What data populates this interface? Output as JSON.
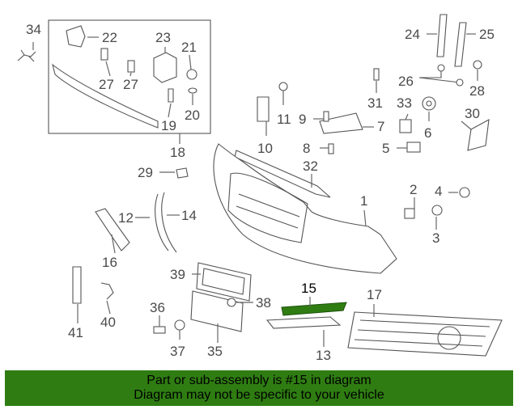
{
  "labels": {
    "p1": "1",
    "p2": "2",
    "p3": "3",
    "p4": "4",
    "p5": "5",
    "p6": "6",
    "p7": "7",
    "p8": "8",
    "p9": "9",
    "p10": "10",
    "p11": "11",
    "p12": "12",
    "p13": "13",
    "p14": "14",
    "p15": "15",
    "p16": "16",
    "p17": "17",
    "p18": "18",
    "p19": "19",
    "p20": "20",
    "p21": "21",
    "p22": "22",
    "p23": "23",
    "p24": "24",
    "p25": "25",
    "p26": "26",
    "p27a": "27",
    "p27b": "27",
    "p28": "28",
    "p29": "29",
    "p30": "30",
    "p31": "31",
    "p32": "32",
    "p33": "33",
    "p34": "34",
    "p35": "35",
    "p36": "36",
    "p37": "37",
    "p38": "38",
    "p39": "39",
    "p40": "40",
    "p41": "41"
  },
  "highlight_color": "#2f7d12",
  "banner": {
    "line1": "Part or sub-assembly is #15 in diagram",
    "line2": "Diagram may not be specific to your vehicle"
  }
}
